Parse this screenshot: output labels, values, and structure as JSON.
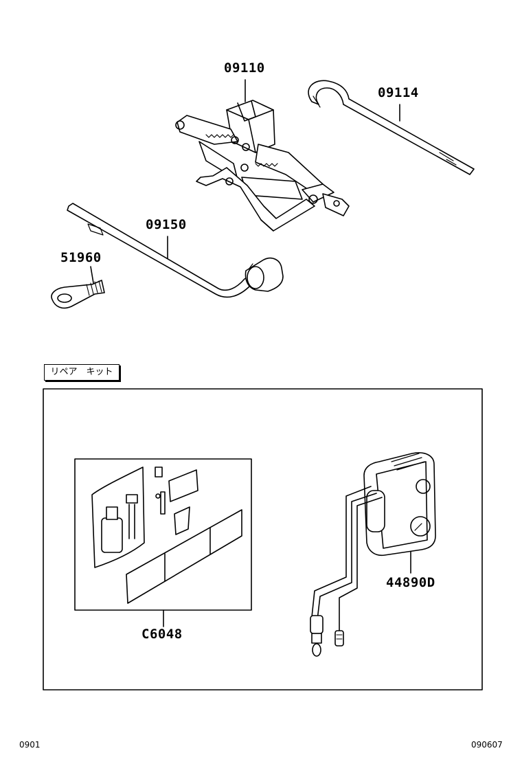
{
  "parts": {
    "jack": "09110",
    "jack_handle": "09114",
    "wheel_wrench": "09150",
    "towing_eye": "51960",
    "compressor": "44890D",
    "sealant_kit": "C6048"
  },
  "section_label": "リペア　キット",
  "footer": {
    "left_code": "0901",
    "right_code": "090607"
  }
}
